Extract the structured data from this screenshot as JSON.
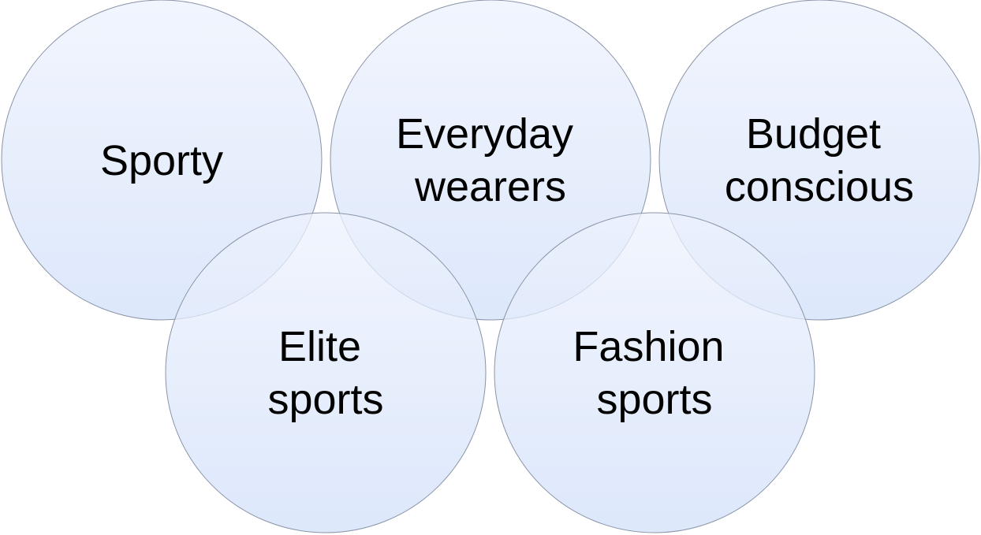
{
  "segments": [
    {
      "label_lines": [
        "Sporty"
      ]
    },
    {
      "label_lines": [
        "Everyday",
        "wearers"
      ]
    },
    {
      "label_lines": [
        "Budget",
        "conscious"
      ]
    },
    {
      "label_lines": [
        "Elite",
        "sports"
      ]
    },
    {
      "label_lines": [
        "Fashion",
        "sports"
      ]
    }
  ],
  "colors": {
    "circle_fill_top": "#edf2fd",
    "circle_fill_bottom": "#d2e0fa",
    "circle_stroke": "#8a94a8",
    "text": "#000000"
  }
}
